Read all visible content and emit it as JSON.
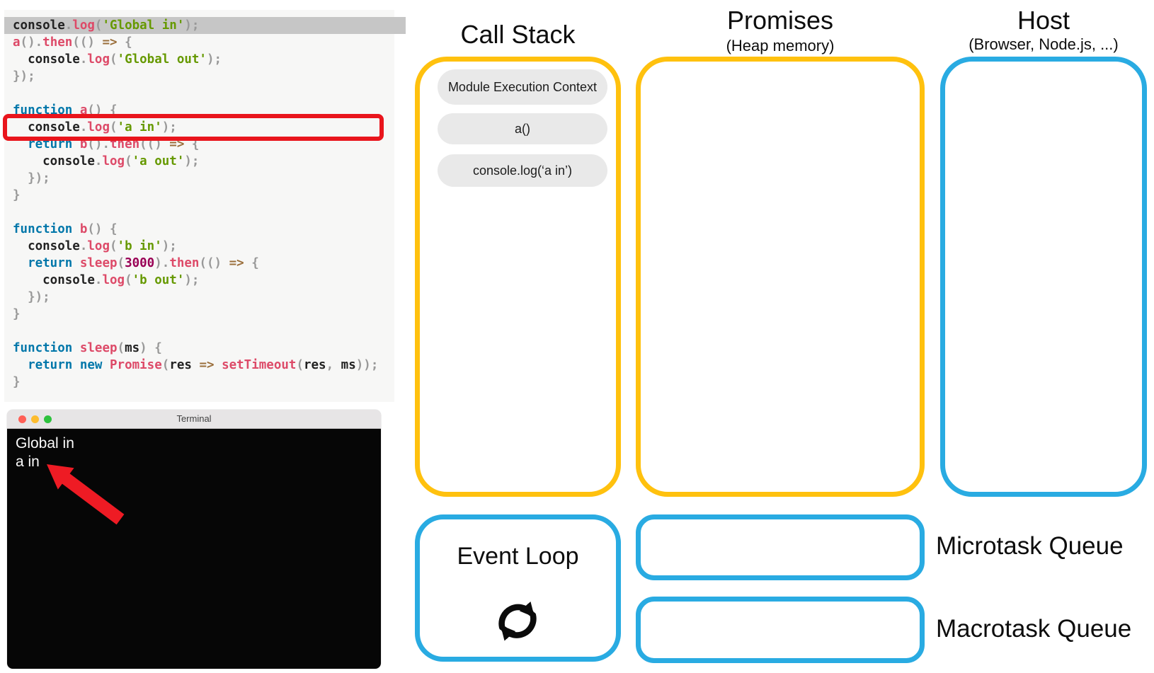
{
  "colors": {
    "accent_yellow": "#ffc10e",
    "accent_blue": "#29abe2",
    "highlight_red": "#e9151c",
    "code_background": "#f7f7f6",
    "line_highlight_gray": "#c6c6c6",
    "stack_pill_gray": "#e9e9e9"
  },
  "code_editor": {
    "highlighted_line_index": 0,
    "red_boxed_line_index": 6,
    "lines": [
      {
        "tokens": [
          [
            "pl",
            "console"
          ],
          [
            "pun",
            "."
          ],
          [
            "fn",
            "log"
          ],
          [
            "pun",
            "("
          ],
          [
            "str",
            "'Global in'"
          ],
          [
            "pun",
            ");"
          ]
        ]
      },
      {
        "tokens": [
          [
            "fn",
            "a"
          ],
          [
            "pun",
            "()."
          ],
          [
            "fn",
            "then"
          ],
          [
            "pun",
            "(()"
          ],
          [
            "op",
            " =>"
          ],
          [
            "pun",
            " {"
          ]
        ]
      },
      {
        "tokens": [
          [
            "pl",
            "  console"
          ],
          [
            "pun",
            "."
          ],
          [
            "fn",
            "log"
          ],
          [
            "pun",
            "("
          ],
          [
            "str",
            "'Global out'"
          ],
          [
            "pun",
            ");"
          ]
        ]
      },
      {
        "tokens": [
          [
            "pun",
            "});"
          ]
        ]
      },
      {
        "tokens": []
      },
      {
        "tokens": [
          [
            "kw",
            "function"
          ],
          [
            "pl",
            " "
          ],
          [
            "fn",
            "a"
          ],
          [
            "pun",
            "() {"
          ]
        ]
      },
      {
        "tokens": [
          [
            "pl",
            "  console"
          ],
          [
            "pun",
            "."
          ],
          [
            "fn",
            "log"
          ],
          [
            "pun",
            "("
          ],
          [
            "str",
            "'a in'"
          ],
          [
            "pun",
            ");"
          ]
        ]
      },
      {
        "tokens": [
          [
            "kw",
            "  return"
          ],
          [
            "pl",
            " "
          ],
          [
            "fn",
            "b"
          ],
          [
            "pun",
            "()."
          ],
          [
            "fn",
            "then"
          ],
          [
            "pun",
            "(()"
          ],
          [
            "op",
            " =>"
          ],
          [
            "pun",
            " {"
          ]
        ]
      },
      {
        "tokens": [
          [
            "pl",
            "    console"
          ],
          [
            "pun",
            "."
          ],
          [
            "fn",
            "log"
          ],
          [
            "pun",
            "("
          ],
          [
            "str",
            "'a out'"
          ],
          [
            "pun",
            ");"
          ]
        ]
      },
      {
        "tokens": [
          [
            "pun",
            "  });"
          ]
        ]
      },
      {
        "tokens": [
          [
            "pun",
            "}"
          ]
        ]
      },
      {
        "tokens": []
      },
      {
        "tokens": [
          [
            "kw",
            "function"
          ],
          [
            "pl",
            " "
          ],
          [
            "fn",
            "b"
          ],
          [
            "pun",
            "() {"
          ]
        ]
      },
      {
        "tokens": [
          [
            "pl",
            "  console"
          ],
          [
            "pun",
            "."
          ],
          [
            "fn",
            "log"
          ],
          [
            "pun",
            "("
          ],
          [
            "str",
            "'b in'"
          ],
          [
            "pun",
            ");"
          ]
        ]
      },
      {
        "tokens": [
          [
            "kw",
            "  return"
          ],
          [
            "pl",
            " "
          ],
          [
            "fn",
            "sleep"
          ],
          [
            "pun",
            "("
          ],
          [
            "num",
            "3000"
          ],
          [
            "pun",
            ")."
          ],
          [
            "fn",
            "then"
          ],
          [
            "pun",
            "(()"
          ],
          [
            "op",
            " =>"
          ],
          [
            "pun",
            " {"
          ]
        ]
      },
      {
        "tokens": [
          [
            "pl",
            "    console"
          ],
          [
            "pun",
            "."
          ],
          [
            "fn",
            "log"
          ],
          [
            "pun",
            "("
          ],
          [
            "str",
            "'b out'"
          ],
          [
            "pun",
            ");"
          ]
        ]
      },
      {
        "tokens": [
          [
            "pun",
            "  });"
          ]
        ]
      },
      {
        "tokens": [
          [
            "pun",
            "}"
          ]
        ]
      },
      {
        "tokens": []
      },
      {
        "tokens": [
          [
            "kw",
            "function"
          ],
          [
            "pl",
            " "
          ],
          [
            "fn",
            "sleep"
          ],
          [
            "pun",
            "("
          ],
          [
            "pl",
            "ms"
          ],
          [
            "pun",
            ") {"
          ]
        ]
      },
      {
        "tokens": [
          [
            "kw",
            "  return"
          ],
          [
            "pl",
            " "
          ],
          [
            "kw",
            "new"
          ],
          [
            "pl",
            " "
          ],
          [
            "fn",
            "Promise"
          ],
          [
            "pun",
            "("
          ],
          [
            "pl",
            "res"
          ],
          [
            "op",
            " =>"
          ],
          [
            "pl",
            " "
          ],
          [
            "fn",
            "setTimeout"
          ],
          [
            "pun",
            "("
          ],
          [
            "pl",
            "res"
          ],
          [
            "pun",
            ","
          ],
          [
            "pl",
            " ms"
          ],
          [
            "pun",
            "));"
          ]
        ]
      },
      {
        "tokens": [
          [
            "pun",
            "}"
          ]
        ]
      }
    ]
  },
  "terminal": {
    "title": "Terminal",
    "output_lines": [
      "Global in",
      "a in"
    ]
  },
  "call_stack": {
    "title": "Call Stack",
    "frames": [
      "Module Execution Context",
      "a()",
      "console.log(‘a in’)"
    ]
  },
  "promises": {
    "title": "Promises",
    "subtitle": "(Heap memory)"
  },
  "host": {
    "title": "Host",
    "subtitle": "(Browser, Node.js, ...)"
  },
  "event_loop": {
    "title": "Event Loop",
    "icon": "refresh-cycle-icon"
  },
  "microtask_queue": {
    "label": "Microtask Queue"
  },
  "macrotask_queue": {
    "label": "Macrotask Queue"
  }
}
